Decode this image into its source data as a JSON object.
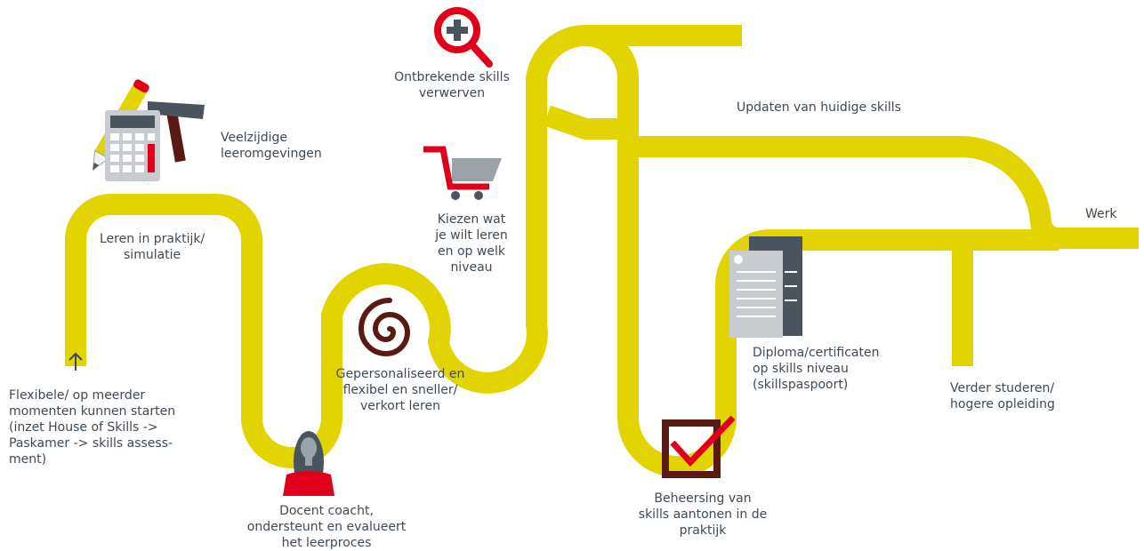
{
  "colors": {
    "road": "#e2d400",
    "red": "#e0001b",
    "dark_brown": "#5a1a14",
    "slate": "#4a545e",
    "grey": "#9aa3aa",
    "text": "#3f4a55"
  },
  "steps": {
    "start": "Flexibele/ op meerder\nmomenten kunnen starten\n(inzet House of Skills ->\nPaskamer -> skills assess-\nment)",
    "practice": "Leren in praktijk/\nsimulatie",
    "environments": "Veelzijdige\nleeromgevingen",
    "coach": "Docent coacht,\nondersteunt en evalueert\nhet leerproces",
    "personalised": "Gepersonaliseerd en\nflexibel en sneller/\nverkort leren",
    "missing_skills": "Ontbrekende skills\nverwerven",
    "choose": "Kiezen wat\nje wilt leren\nen op welk\nniveau",
    "update": "Updaten van huidige skills",
    "work": "Werk",
    "diploma": "Diploma/certificaten\nop skills niveau\n(skillspaspoort)",
    "mastery": "Beheersing van\nskills aantonen in de\npraktijk",
    "further": "Verder studeren/\nhogere opleiding"
  },
  "icons": {
    "start_arrow": "arrow-up-icon",
    "tools": "calculator-pencil-hammer-icon",
    "teacher": "teacher-person-icon",
    "spiral": "spiral-icon",
    "cart": "shopping-cart-icon",
    "magnifier": "magnifier-plus-icon",
    "diploma": "document-icon",
    "checkbox": "checkbox-check-icon"
  }
}
